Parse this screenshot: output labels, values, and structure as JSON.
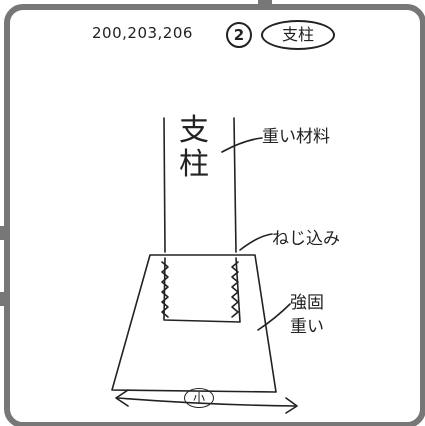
{
  "header": {
    "reference_numbers": "200,203,206",
    "item_number": "2",
    "item_title": "支柱"
  },
  "diagram": {
    "post_label": "支柱",
    "callout_heavy_material": "重い材料",
    "callout_screw_in": "ねじ込み",
    "callout_strong_heavy": "強固 重い",
    "width_marker": "小"
  },
  "colors": {
    "ink": "#222222",
    "frame": "#777777",
    "frame_shadow": "#dddddd",
    "background": "#ffffff"
  }
}
